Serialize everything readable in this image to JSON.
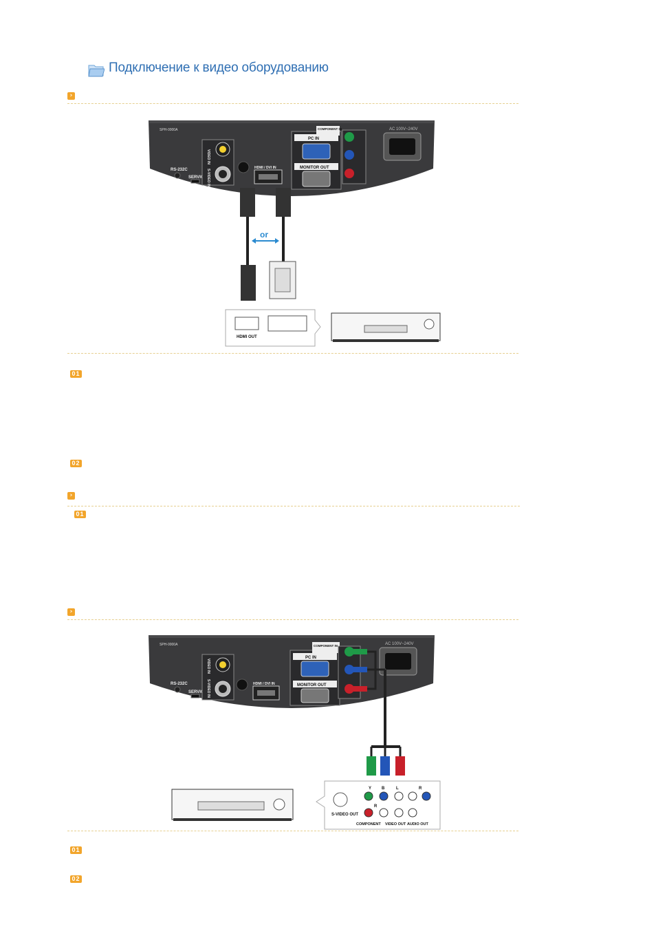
{
  "page": {
    "title": "Подключение к видео оборудованию",
    "section_marker": "›",
    "step_01": "01",
    "step_02": "02"
  },
  "diagram1": {
    "device_model": "SPH-0000A",
    "labels": {
      "rs232c": "RS-232C",
      "service": "SERVICE",
      "video_in": "VIDEO IN",
      "svideo_in": "S-VIDEO IN",
      "hdmi_dvi_in": "HDMI / DVI IN",
      "pc_in": "PC IN",
      "monitor_out": "MONITOR OUT",
      "component_in": "COMPONENT IN",
      "ac": "AC 100V~240V",
      "or": "or",
      "hdmi_out": "HDMI OUT"
    }
  },
  "diagram2": {
    "device_model": "SPH-0000A",
    "labels": {
      "rs232c": "RS-232C",
      "service": "SERVICE",
      "video_in": "VIDEO IN",
      "svideo_in": "S-VIDEO IN",
      "hdmi_dvi_in": "HDMI / DVI IN",
      "pc_in": "PC IN",
      "monitor_out": "MONITOR OUT",
      "component_in": "COMPONENT IN",
      "ac": "AC 100V~240V",
      "svideo_out": "S-VIDEO OUT",
      "component": "COMPONENT",
      "video_out": "VIDEO OUT",
      "audio_out": "AUDIO OUT",
      "y": "Y",
      "pb": "B",
      "pr": "R",
      "l": "L",
      "r": "R"
    }
  },
  "colors": {
    "title": "#2f6fb3",
    "badge": "#f2a52b",
    "divider": "#e6cf8f",
    "device_body": "#3a3a3c",
    "green": "#1f9a48",
    "blue": "#2356b8",
    "red": "#c8202a",
    "arrow_blue": "#2a8ad0"
  }
}
